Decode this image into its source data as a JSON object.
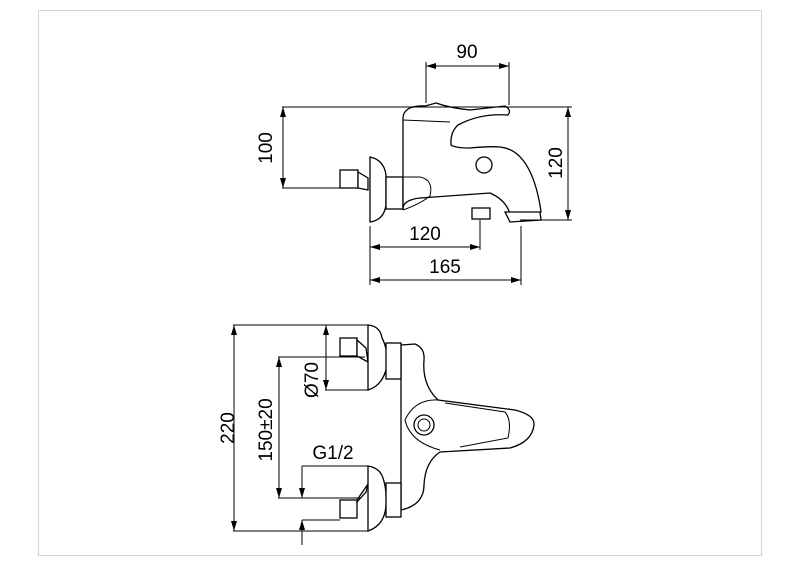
{
  "side_view": {
    "dim_spout_top": "90",
    "dim_height_left": "100",
    "dim_height_right": "120",
    "dim_outlet": "120",
    "dim_projection": "165"
  },
  "top_view": {
    "dim_total": "220",
    "dim_escutcheon": "Ø70",
    "dim_centers": "150±20",
    "dim_thread": "G1/2"
  }
}
